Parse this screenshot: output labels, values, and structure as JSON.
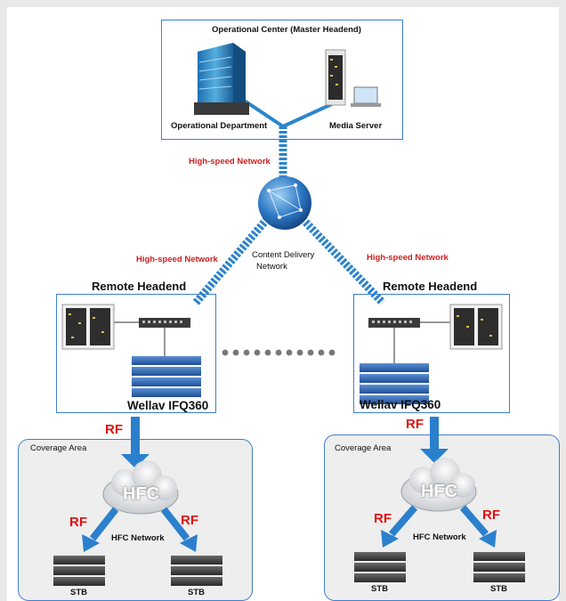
{
  "master": {
    "title": "Operational Center (Master Headend)",
    "department_label": "Operational Department",
    "server_label": "Media Server"
  },
  "network": {
    "top_link_label": "High-speed Network",
    "left_link_label": "High-speed Network",
    "right_link_label": "High-speed Network",
    "cdn_label_line1": "Content Delivery",
    "cdn_label_line2": "Network"
  },
  "remote_left": {
    "title": "Remote Headend",
    "device_label": "Wellav IFQ360"
  },
  "remote_right": {
    "title": "Remote Headend",
    "device_label": "Wellav IFQ360"
  },
  "coverage_left": {
    "title": "Coverage Area",
    "rf_in": "RF",
    "cloud_label": "HFC",
    "rf_left": "RF",
    "rf_right": "RF",
    "network_label": "HFC Network",
    "stb_left": "STB",
    "stb_right": "STB"
  },
  "coverage_right": {
    "title": "Coverage Area",
    "rf_in": "RF",
    "cloud_label": "HFC",
    "rf_left": "RF",
    "rf_right": "RF",
    "network_label": "HFC Network",
    "stb_left": "STB",
    "stb_right": "STB"
  },
  "colors": {
    "border": "#3f7ed0",
    "link": "#2a7fc4",
    "network_text": "#cc1f1f",
    "rf_text": "#e01010"
  }
}
